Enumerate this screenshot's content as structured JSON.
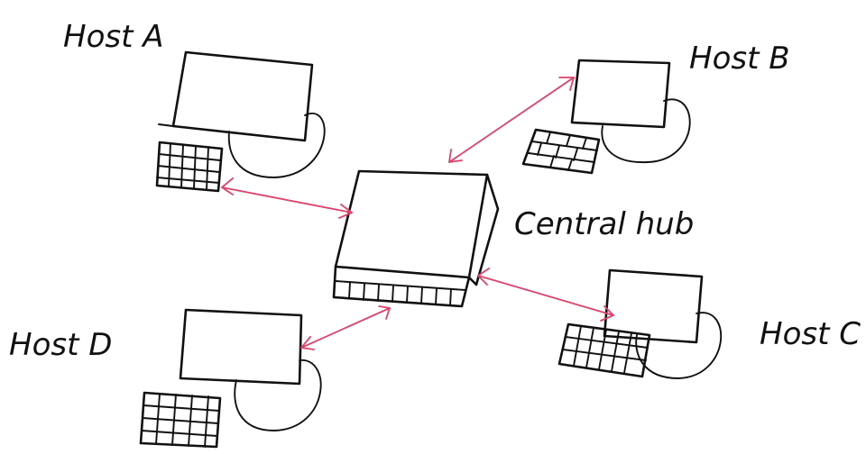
{
  "diagram": {
    "hosts": [
      {
        "id": "a",
        "label": "Host A"
      },
      {
        "id": "b",
        "label": "Host B"
      },
      {
        "id": "c",
        "label": "Host C"
      },
      {
        "id": "d",
        "label": "Host D"
      }
    ],
    "hub": {
      "label": "Central hub"
    },
    "connections": [
      {
        "from": "Host A",
        "to": "Central hub"
      },
      {
        "from": "Host B",
        "to": "Central hub"
      },
      {
        "from": "Host C",
        "to": "Central hub"
      },
      {
        "from": "Host D",
        "to": "Central hub"
      }
    ],
    "colors": {
      "ink": "#111111",
      "link": "#e0426b",
      "background": "#ffffff"
    }
  }
}
